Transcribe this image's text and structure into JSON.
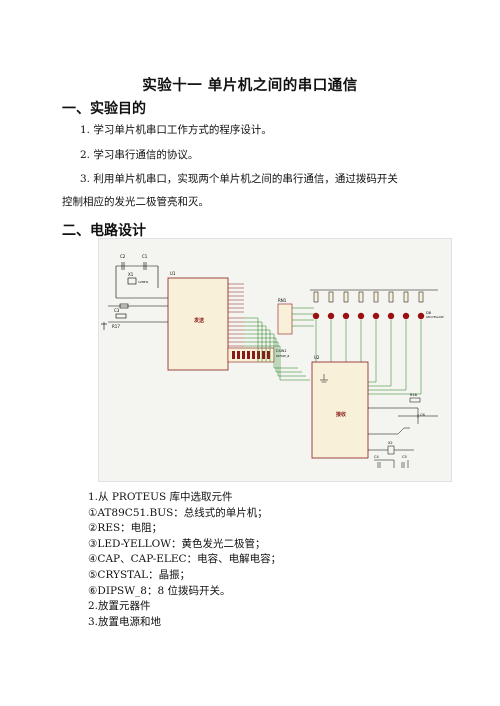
{
  "title": "实验十一  单片机之间的串口通信",
  "section1": {
    "heading": "一、实验目的",
    "items": [
      "1.  学习单片机串口工作方式的程序设计。",
      "2.  学习串行通信的协议。",
      "3.  利用单片机串口，实现两个单片机之间的串行通信，通过拨码开关",
      "控制相应的发光二极管亮和灭。"
    ]
  },
  "section2": {
    "heading": "二、电路设计"
  },
  "circuit": {
    "u1_ref": "U1",
    "u2_ref": "U2",
    "u1_name": "发送",
    "u2_name": "接收",
    "dsw_ref": "DSW1",
    "dsw_name": "DIPSW_8",
    "rn_ref": "RN1",
    "x1_ref": "X1",
    "x1_val": "12MHz",
    "led_label": "D8",
    "led_type": "LED-YELLOW"
  },
  "list": [
    "1.从 PROTEUS 库中选取元件",
    "①AT89C51.BUS：总线式的单片机；",
    "②RES：电阻；",
    "③LED-YELLOW：黄色发光二极管；",
    "④CAP、CAP-ELEC：电容、电解电容；",
    "⑤CRYSTAL：晶振；",
    "⑥DIPSW_8：8 位拨码开关。",
    "2.放置元器件",
    "3.放置电源和地"
  ]
}
